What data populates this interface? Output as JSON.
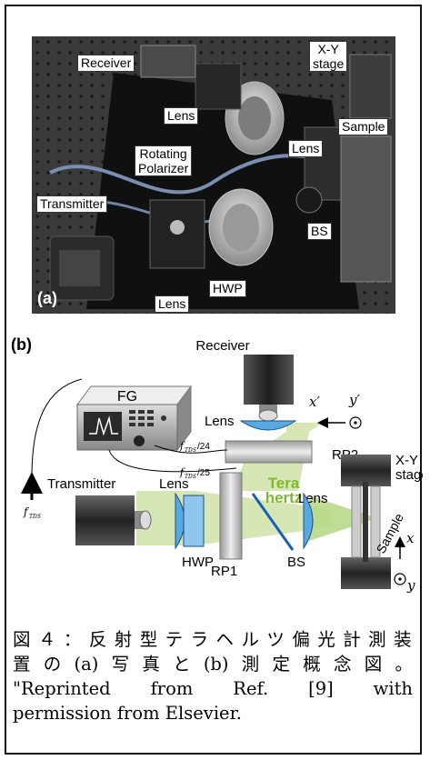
{
  "photo": {
    "panel_label": "(a)",
    "labels": {
      "receiver": "Receiver",
      "xy_stage_line1": "X-Y",
      "xy_stage_line2": "stage",
      "lens_top": "Lens",
      "sample": "Sample",
      "lens_right": "Lens",
      "rotating_polarizer_line1": "Rotating",
      "rotating_polarizer_line2": "Polarizer",
      "transmitter": "Transmitter",
      "bs": "BS",
      "hwp": "HWP",
      "lens_bottom": "Lens"
    }
  },
  "diagram": {
    "panel_label": "(b)",
    "receiver": "Receiver",
    "fg": "FG",
    "lens_top": "Lens",
    "x_prime": "x′",
    "y_prime": "y′",
    "rp2": "RP2",
    "freq_24": "/24",
    "freq_25": "/25",
    "f_sub": "TDS",
    "f_symbol": "f",
    "xy_stage": "X-Y",
    "stage": "stage",
    "transmitter": "Transmitter",
    "lens_left": "Lens",
    "terahertz_1": "Tera",
    "terahertz_2": "hertz",
    "lens_right": "Lens",
    "sample": "Sample",
    "x": "x",
    "y": "y",
    "hwp": "HWP",
    "rp1": "RP1",
    "bs": "BS",
    "colors": {
      "beam": "#cfe3a8",
      "terahertz": "#7dbb2a",
      "lens": "#5aa8e0",
      "bs": "#1a5fb4"
    }
  },
  "caption": {
    "line1": "図４：反射型テラヘルツ偏光計測装",
    "line2": "置の(a)写真と(b)測定概念図。",
    "line3": "\"Reprinted from Ref. [9] with",
    "line4": "permission from Elsevier."
  }
}
